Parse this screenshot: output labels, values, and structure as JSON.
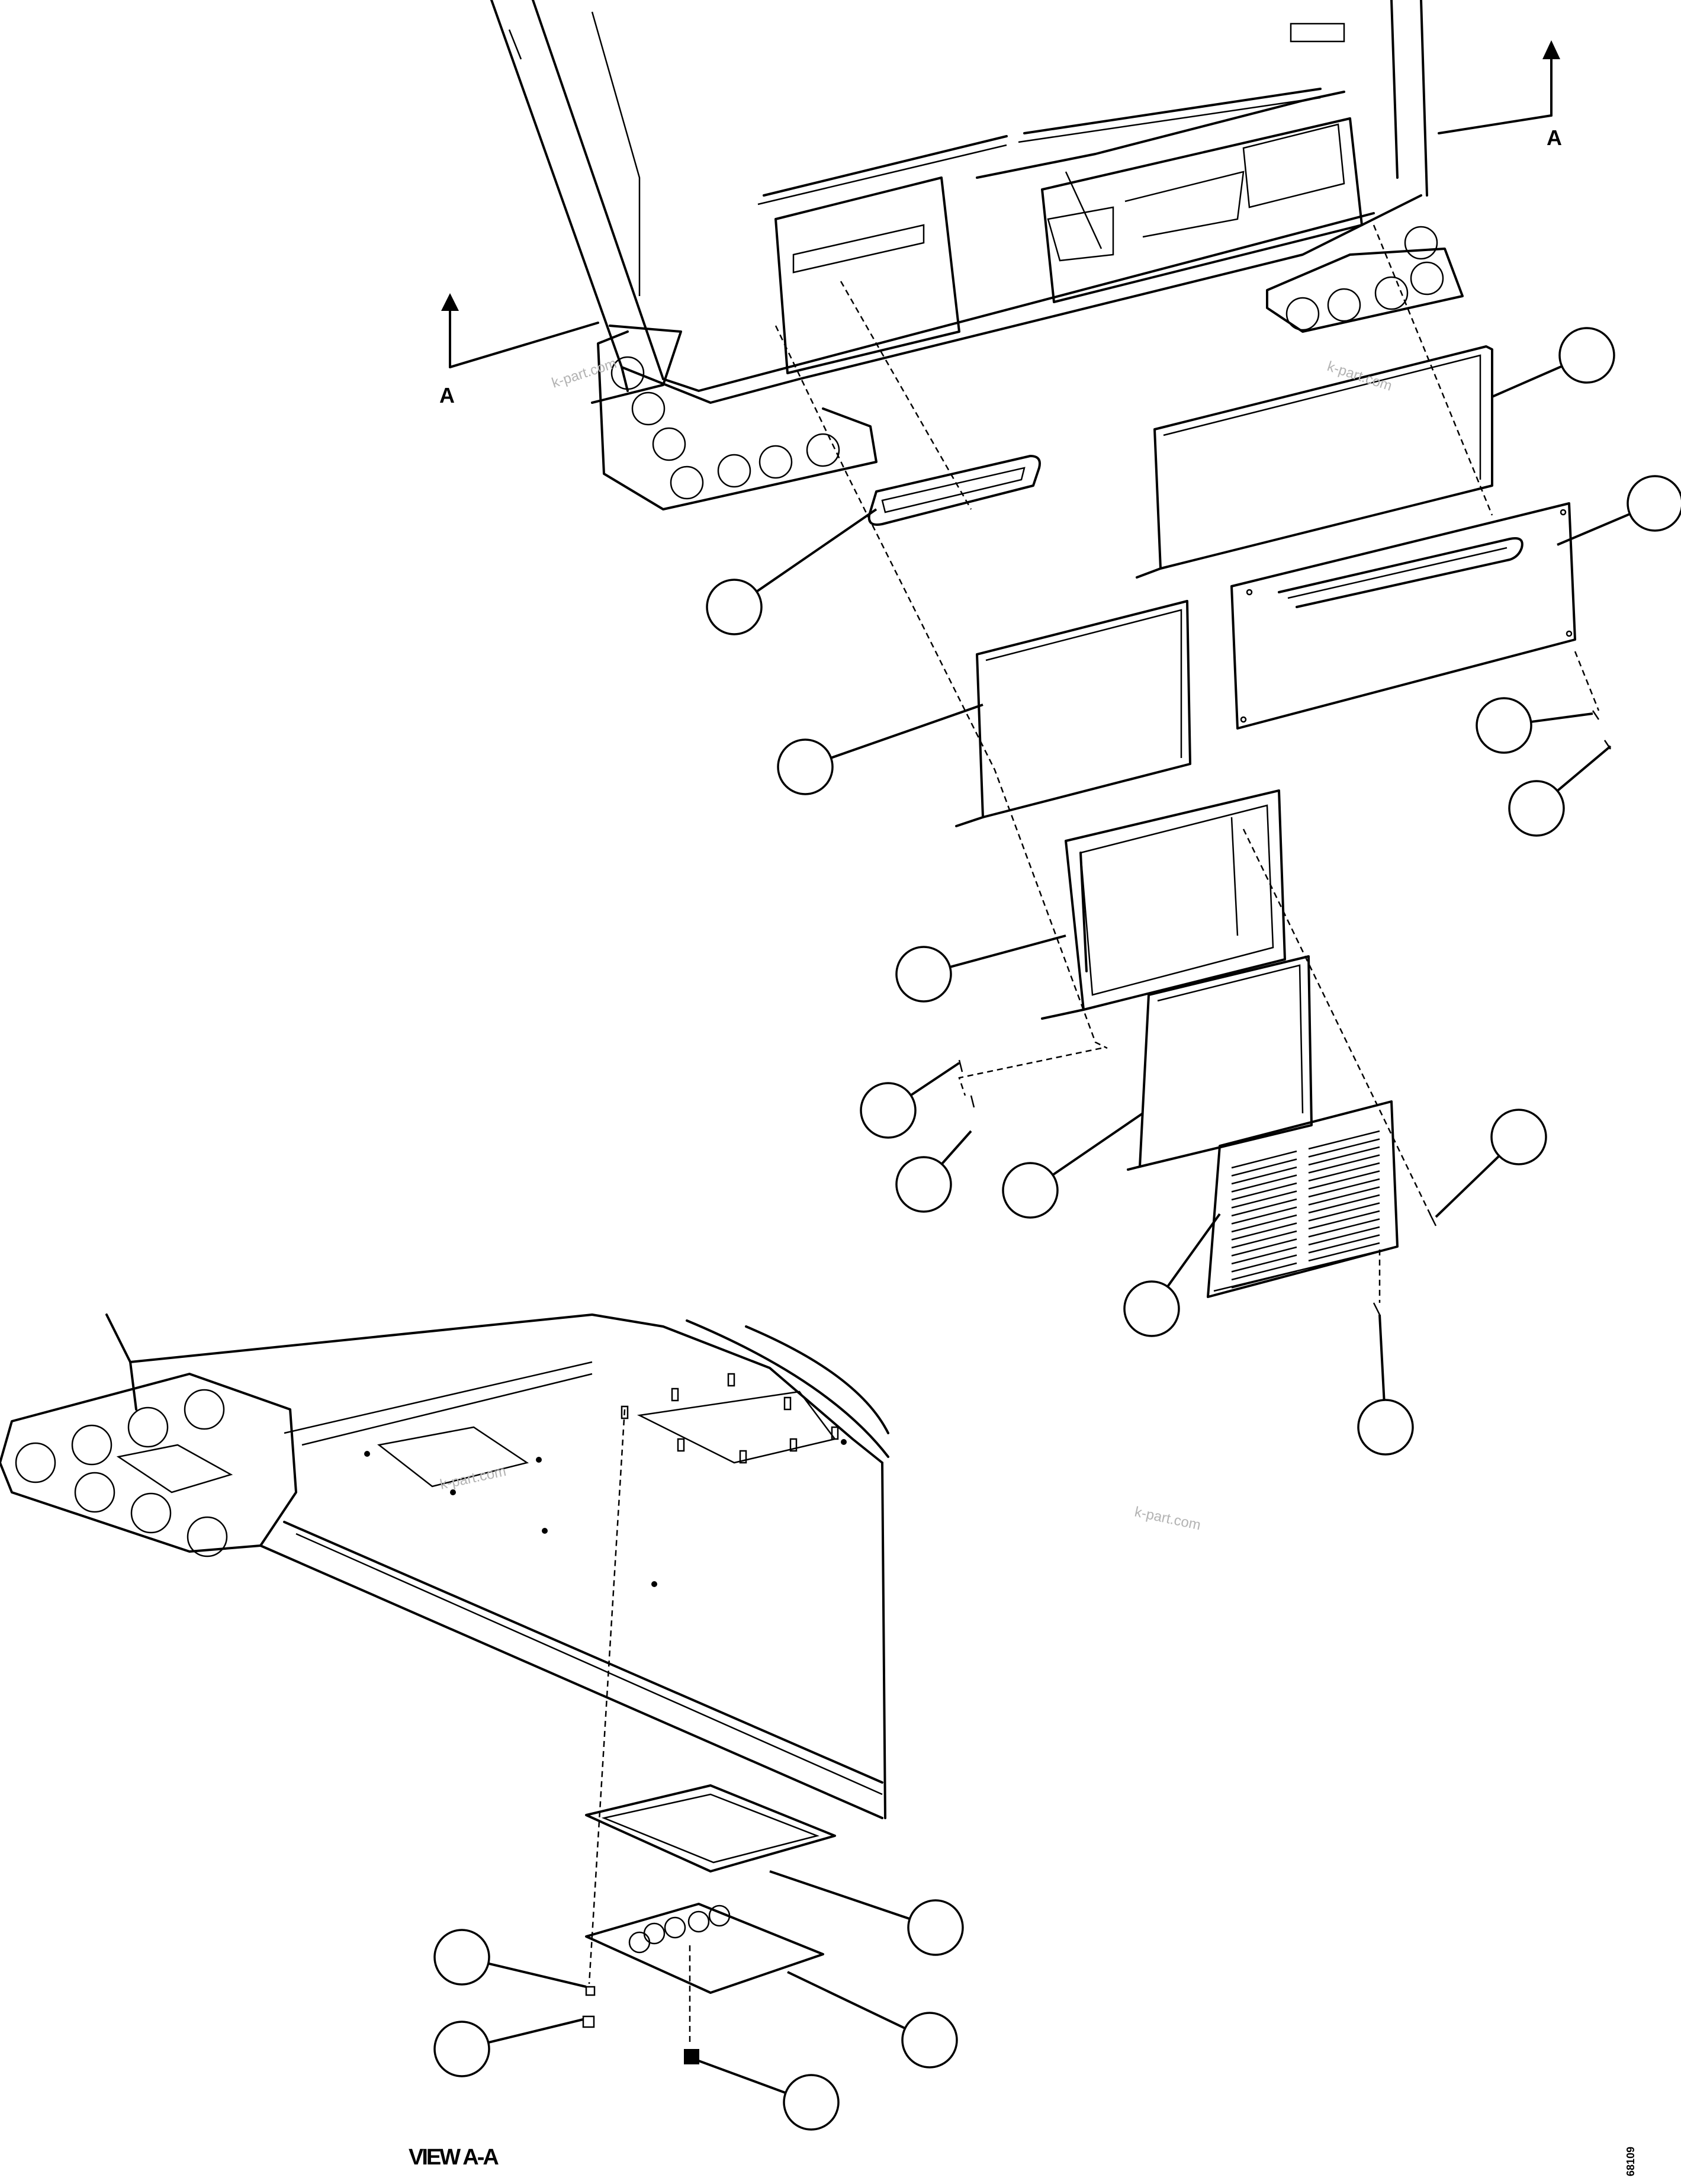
{
  "section_marker": {
    "letter_left": "A",
    "letter_right": "A"
  },
  "view_label": "VIEW A-A",
  "watermark": "k-part.com",
  "drawing_number": "68109",
  "callouts": [
    {
      "id": "c1",
      "label": ""
    },
    {
      "id": "c2",
      "label": ""
    },
    {
      "id": "c3",
      "label": ""
    },
    {
      "id": "c4",
      "label": ""
    },
    {
      "id": "c5",
      "label": ""
    },
    {
      "id": "c6",
      "label": ""
    },
    {
      "id": "c7",
      "label": ""
    },
    {
      "id": "c8",
      "label": ""
    },
    {
      "id": "c9",
      "label": ""
    },
    {
      "id": "c10",
      "label": ""
    },
    {
      "id": "c11",
      "label": ""
    },
    {
      "id": "c12",
      "label": ""
    },
    {
      "id": "c13",
      "label": ""
    },
    {
      "id": "c14",
      "label": ""
    },
    {
      "id": "c15",
      "label": ""
    },
    {
      "id": "c16",
      "label": ""
    },
    {
      "id": "c17",
      "label": ""
    },
    {
      "id": "c18",
      "label": ""
    },
    {
      "id": "c19",
      "label": ""
    },
    {
      "id": "c20",
      "label": ""
    }
  ],
  "colors": {
    "line": "#000000",
    "background": "#ffffff",
    "watermark": "#b3b3b3"
  }
}
